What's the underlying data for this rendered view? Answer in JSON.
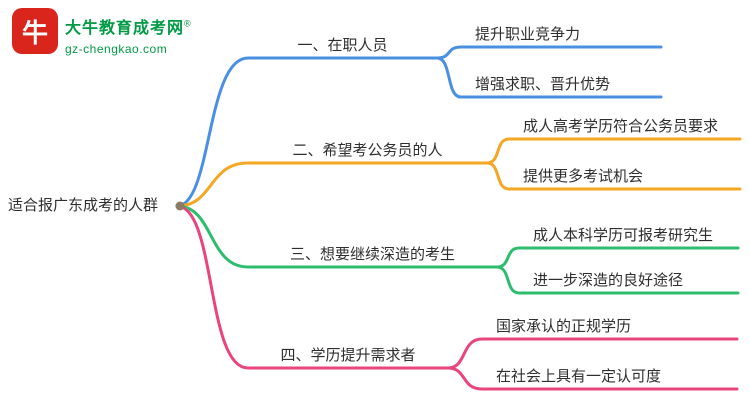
{
  "logo": {
    "brand": "大牛教育成考网",
    "reg_mark": "®",
    "domain": "gz-chengkao.com",
    "badge_glyph": "牛",
    "badge_color": "#d9251c",
    "brand_color": "#009944"
  },
  "root": {
    "label": "适合报广东成考的人群",
    "dot_color": "#8c7b64"
  },
  "branches": [
    {
      "label": "一、在职人员",
      "color": "#4a90e2",
      "children": [
        "提升职业竞争力",
        "增强求职、晋升优势"
      ]
    },
    {
      "label": "二、希望考公务员的人",
      "color": "#f5a623",
      "children": [
        "成人高考学历符合公务员要求",
        "提供更多考试机会"
      ]
    },
    {
      "label": "三、想要继续深造的考生",
      "color": "#2ebd6e",
      "children": [
        "成人本科学历可报考研究生",
        "进一步深造的良好途径"
      ]
    },
    {
      "label": "四、学历提升需求者",
      "color": "#e9447d",
      "children": [
        "国家承认的正规学历",
        "在社会上具有一定认可度"
      ]
    }
  ]
}
